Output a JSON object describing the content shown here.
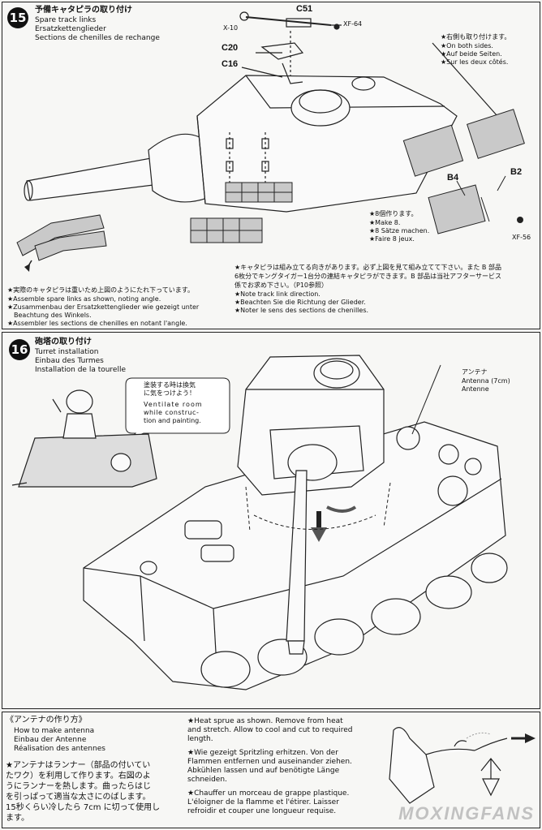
{
  "step15": {
    "number": "15",
    "title_jp": "予備キャタピラの取り付け",
    "title_en": "Spare track links",
    "title_de": "Ersatzkettenglieder",
    "title_fr": "Sections de chenilles de rechange",
    "parts": {
      "x10": "X-10",
      "c51": "C51",
      "xf64": "XF-64",
      "c20": "C20",
      "c16": "C16"
    },
    "both_sides": [
      "★右側も取り付けます。",
      "★On both sides.",
      "★Auf beide Seiten.",
      "★Sur les deux côtés."
    ],
    "make8": [
      "★8個作ります。",
      "★Make 8.",
      "★8 Sätze machen.",
      "★Faire 8 jeux."
    ],
    "b4": "B4",
    "b2": "B2",
    "xf56": "XF-56",
    "note_left": [
      "★実際のキャタピラは重いため上図のようにたれ下っています。",
      "★Assemble spare links as shown, noting angle.",
      "★Zusammenbau der Ersatzkettenglieder wie gezeigt unter",
      "Beachtung des Winkels.",
      "★Assembler les sections de chenilles en notant l'angle."
    ],
    "note_right": [
      "★キャタピラは組み立てる向きがあります。必ず上図を見て組み立てて下さい。また B 部品",
      "6枚分でキングタイガー1台分の連結キャタピラができます。B 部品は当社アフターサービス",
      "係でお求め下さい。（P10参照）",
      "★Note track link direction.",
      "★Beachten Sie die Richtung der Glieder.",
      "★Noter le sens des sections de chenilles."
    ]
  },
  "step16": {
    "number": "16",
    "title_jp": "砲塔の取り付け",
    "title_en": "Turret installation",
    "title_de": "Einbau des Turmes",
    "title_fr": "Installation de la tourelle",
    "bubble_jp": [
      "塗装する時は換気",
      "に気をつけよう！"
    ],
    "bubble_en": [
      "Ventilate  room",
      "while  construc-",
      "tion and painting."
    ],
    "antenna": [
      "アンテナ",
      "Antenna (7cm)",
      "Antenne"
    ]
  },
  "antenna_howto": {
    "title_jp": "《アンテナの作り方》",
    "title_en": "How to make antenna",
    "title_de": "Einbau der Antenne",
    "title_fr": "Réalisation des antennes",
    "jp_text": [
      "★アンテナはランナー（部品の付いてい",
      "たワク）を利用して作ります。右図のよ",
      "うにランナーを熱します。曲ったらはじ",
      "を引っぱって適当な太さにのばします。",
      "15秒くらい冷したら 7cm に切って使用し",
      "ます。"
    ],
    "en_text": [
      "★Heat sprue as shown. Remove from heat",
      "and stretch. Allow to cool and cut to required",
      "length."
    ],
    "de_text": [
      "★Wie gezeigt Spritzling erhitzen. Von der",
      "Flammen entfernen und auseinander ziehen.",
      "Abkühlen lassen und auf benötigte Länge",
      "schneiden."
    ],
    "fr_text": [
      "★Chauffer un morceau de grappe plastique.",
      "L'éloigner de la flamme et l'étirer. Laisser",
      "refroidir et couper une longueur requise."
    ]
  },
  "watermark": "MOXINGFANS"
}
